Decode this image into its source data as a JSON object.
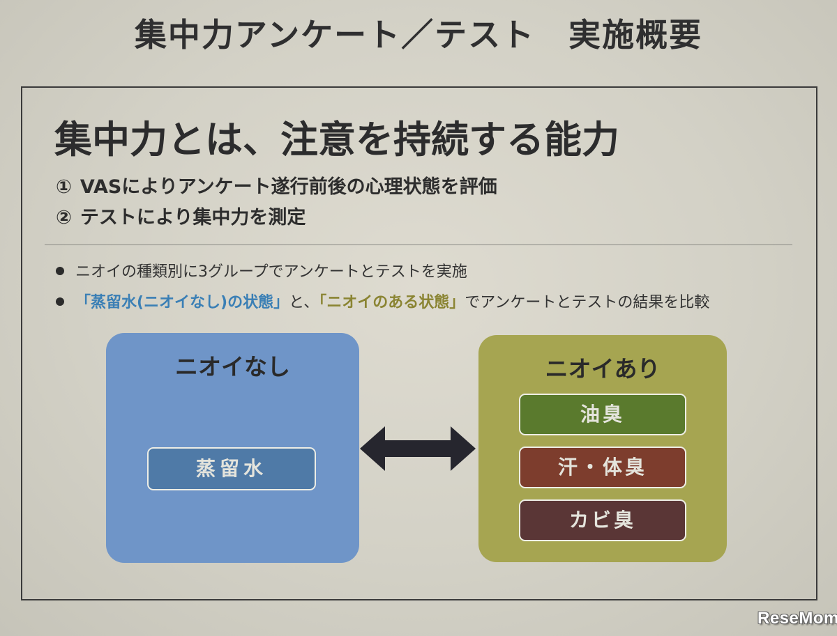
{
  "slide": {
    "title": "集中力アンケート／テスト　実施概要",
    "headline": "集中力とは、注意を持続する能力",
    "numbered_items": [
      {
        "num": "①",
        "text": "VASによりアンケート遂行前後の心理状態を評価"
      },
      {
        "num": "②",
        "text": "テストにより集中力を測定"
      }
    ],
    "bullets": {
      "b1": "ニオイの種類別に3グループでアンケートとテストを実施",
      "b2": {
        "hl1": "「蒸留水(ニオイなし)の状態」",
        "mid": "と、",
        "hl2": "「ニオイのある状態」",
        "tail": "でアンケートとテストの結果を比較"
      }
    }
  },
  "groups": {
    "no_odor": {
      "title": "ニオイなし",
      "items": [
        "蒸留水"
      ]
    },
    "odor": {
      "title": "ニオイあり",
      "items": [
        "油臭",
        "汗・体臭",
        "カビ臭"
      ]
    }
  },
  "icons": {
    "arrow": "double-arrow-icon",
    "bullet": "bullet-dot-icon"
  },
  "colors": {
    "no_odor_box": "#6f95c8",
    "odor_box": "#a6a551",
    "water_chip": "#4f7aa7",
    "oil_chip": "#5a7a2d",
    "sweat_chip": "#7d3d2d",
    "mold_chip": "#5a3636",
    "highlight_blue": "#3a7fb5",
    "highlight_olive": "#8a8432"
  },
  "watermark": "ReseMom"
}
